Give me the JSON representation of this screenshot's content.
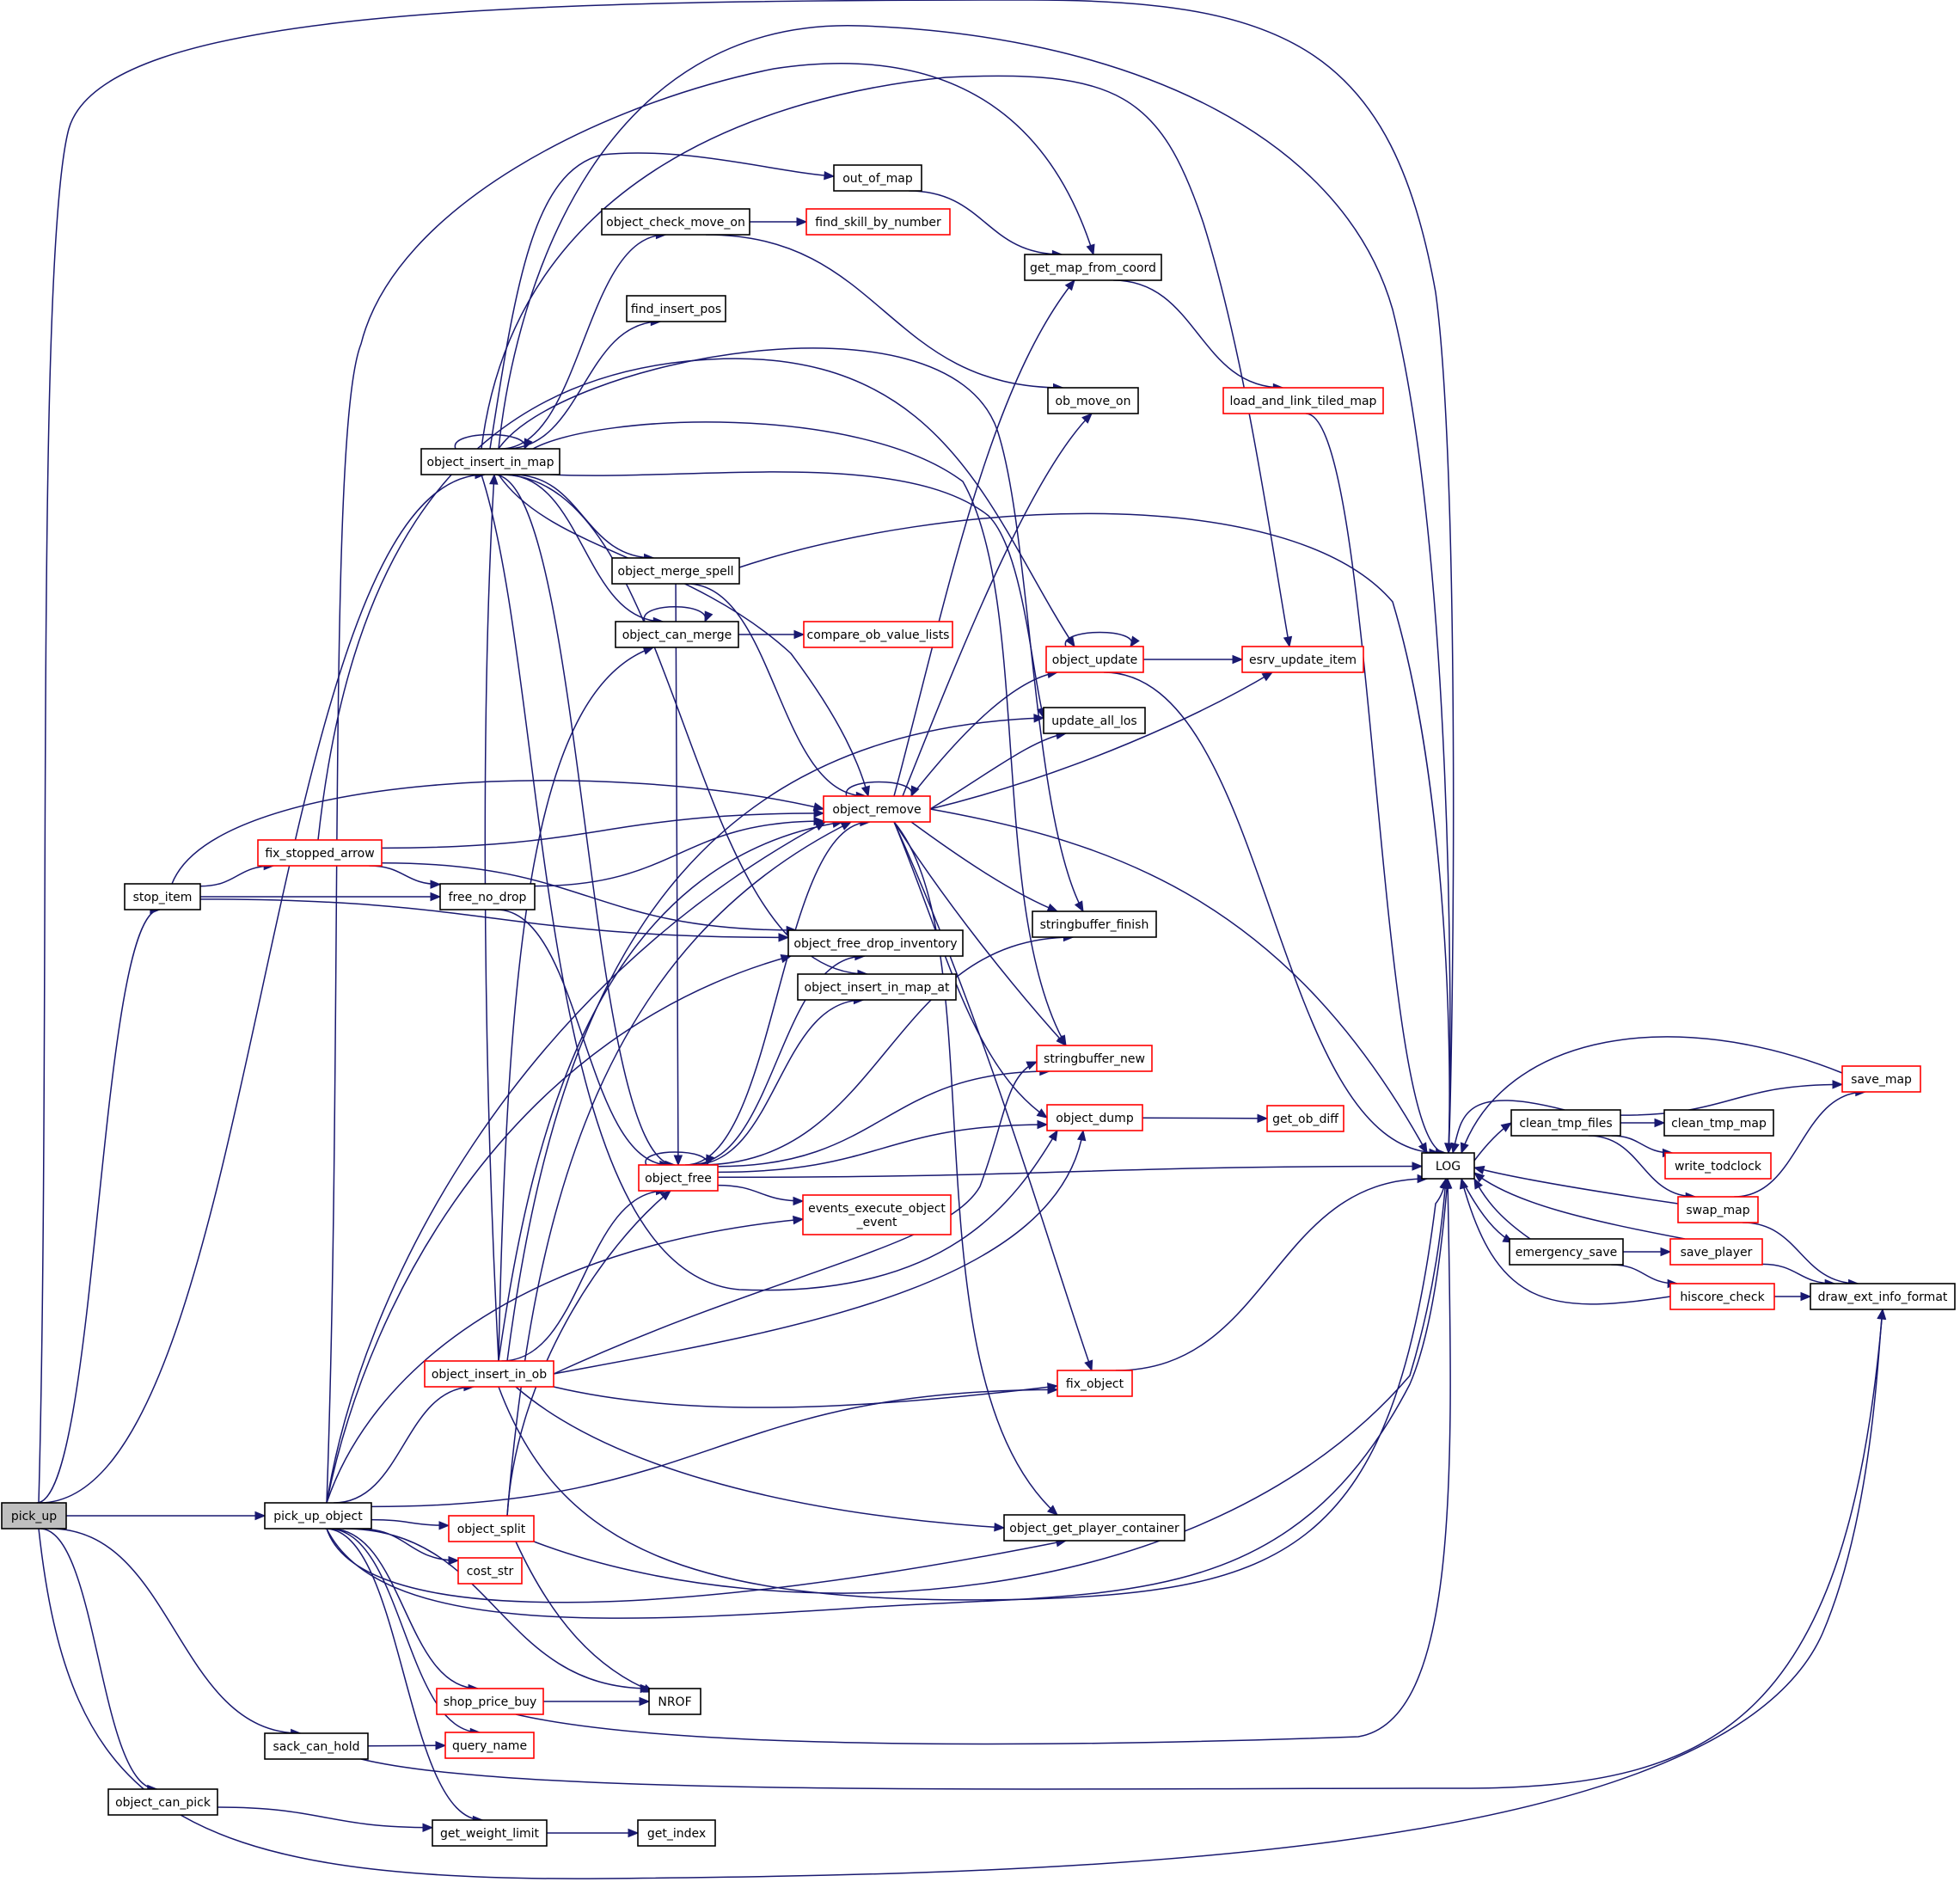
{
  "colors": {
    "edge": "#191970",
    "node_border_normal": "#000000",
    "node_border_truncated": "#ff0000",
    "node_fill": "#ffffff",
    "root_fill": "#bfbfbf"
  },
  "nodes": [
    {
      "id": "pick_up",
      "lines": [
        "pick_up"
      ],
      "style": "root"
    },
    {
      "id": "pick_up_object",
      "lines": [
        "pick_up_object"
      ],
      "style": "normal"
    },
    {
      "id": "sack_can_hold",
      "lines": [
        "sack_can_hold"
      ],
      "style": "normal"
    },
    {
      "id": "object_can_pick",
      "lines": [
        "object_can_pick"
      ],
      "style": "normal"
    },
    {
      "id": "stop_item",
      "lines": [
        "stop_item"
      ],
      "style": "normal"
    },
    {
      "id": "fix_stopped_arrow",
      "lines": [
        "fix_stopped_arrow"
      ],
      "style": "truncated"
    },
    {
      "id": "free_no_drop",
      "lines": [
        "free_no_drop"
      ],
      "style": "normal"
    },
    {
      "id": "object_insert_in_map",
      "lines": [
        "object_insert_in_map"
      ],
      "style": "normal"
    },
    {
      "id": "object_insert_in_ob",
      "lines": [
        "object_insert_in_ob"
      ],
      "style": "truncated"
    },
    {
      "id": "object_split",
      "lines": [
        "object_split"
      ],
      "style": "truncated"
    },
    {
      "id": "cost_str",
      "lines": [
        "cost_str"
      ],
      "style": "truncated"
    },
    {
      "id": "shop_price_buy",
      "lines": [
        "shop_price_buy"
      ],
      "style": "truncated"
    },
    {
      "id": "query_name",
      "lines": [
        "query_name"
      ],
      "style": "truncated"
    },
    {
      "id": "get_weight_limit",
      "lines": [
        "get_weight_limit"
      ],
      "style": "normal"
    },
    {
      "id": "get_index",
      "lines": [
        "get_index"
      ],
      "style": "normal"
    },
    {
      "id": "NROF",
      "lines": [
        "NROF"
      ],
      "style": "normal"
    },
    {
      "id": "object_check_move_on",
      "lines": [
        "object_check_move_on"
      ],
      "style": "normal"
    },
    {
      "id": "find_insert_pos",
      "lines": [
        "find_insert_pos"
      ],
      "style": "normal"
    },
    {
      "id": "object_merge_spell",
      "lines": [
        "object_merge_spell"
      ],
      "style": "normal"
    },
    {
      "id": "object_can_merge",
      "lines": [
        "object_can_merge"
      ],
      "style": "normal"
    },
    {
      "id": "object_free",
      "lines": [
        "object_free"
      ],
      "style": "truncated"
    },
    {
      "id": "object_remove",
      "lines": [
        "object_remove"
      ],
      "style": "truncated"
    },
    {
      "id": "object_free_drop_inventory",
      "lines": [
        "object_free_drop_inventory"
      ],
      "style": "normal"
    },
    {
      "id": "object_insert_in_map_at",
      "lines": [
        "object_insert_in_map_at"
      ],
      "style": "normal"
    },
    {
      "id": "events_execute_object_event",
      "lines": [
        "events_execute_object",
        "_event"
      ],
      "style": "truncated"
    },
    {
      "id": "out_of_map",
      "lines": [
        "out_of_map"
      ],
      "style": "normal"
    },
    {
      "id": "find_skill_by_number",
      "lines": [
        "find_skill_by_number"
      ],
      "style": "truncated"
    },
    {
      "id": "compare_ob_value_lists",
      "lines": [
        "compare_ob_value_lists"
      ],
      "style": "truncated"
    },
    {
      "id": "get_map_from_coord",
      "lines": [
        "get_map_from_coord"
      ],
      "style": "normal"
    },
    {
      "id": "ob_move_on",
      "lines": [
        "ob_move_on"
      ],
      "style": "normal"
    },
    {
      "id": "object_update",
      "lines": [
        "object_update"
      ],
      "style": "truncated"
    },
    {
      "id": "update_all_los",
      "lines": [
        "update_all_los"
      ],
      "style": "normal"
    },
    {
      "id": "stringbuffer_finish",
      "lines": [
        "stringbuffer_finish"
      ],
      "style": "normal"
    },
    {
      "id": "stringbuffer_new",
      "lines": [
        "stringbuffer_new"
      ],
      "style": "truncated"
    },
    {
      "id": "object_dump",
      "lines": [
        "object_dump"
      ],
      "style": "truncated"
    },
    {
      "id": "fix_object",
      "lines": [
        "fix_object"
      ],
      "style": "truncated"
    },
    {
      "id": "object_get_player_container",
      "lines": [
        "object_get_player_container"
      ],
      "style": "normal"
    },
    {
      "id": "load_and_link_tiled_map",
      "lines": [
        "load_and_link_tiled_map"
      ],
      "style": "truncated"
    },
    {
      "id": "esrv_update_item",
      "lines": [
        "esrv_update_item"
      ],
      "style": "truncated"
    },
    {
      "id": "get_ob_diff",
      "lines": [
        "get_ob_diff"
      ],
      "style": "truncated"
    },
    {
      "id": "LOG",
      "lines": [
        "LOG"
      ],
      "style": "normal"
    },
    {
      "id": "clean_tmp_files",
      "lines": [
        "clean_tmp_files"
      ],
      "style": "normal"
    },
    {
      "id": "clean_tmp_map",
      "lines": [
        "clean_tmp_map"
      ],
      "style": "normal"
    },
    {
      "id": "write_todclock",
      "lines": [
        "write_todclock"
      ],
      "style": "truncated"
    },
    {
      "id": "save_map",
      "lines": [
        "save_map"
      ],
      "style": "truncated"
    },
    {
      "id": "swap_map",
      "lines": [
        "swap_map"
      ],
      "style": "truncated"
    },
    {
      "id": "emergency_save",
      "lines": [
        "emergency_save"
      ],
      "style": "normal"
    },
    {
      "id": "save_player",
      "lines": [
        "save_player"
      ],
      "style": "truncated"
    },
    {
      "id": "hiscore_check",
      "lines": [
        "hiscore_check"
      ],
      "style": "truncated"
    },
    {
      "id": "draw_ext_info_format",
      "lines": [
        "draw_ext_info_format"
      ],
      "style": "normal"
    }
  ],
  "edges": [
    [
      "pick_up",
      "pick_up_object"
    ],
    [
      "pick_up",
      "LOG"
    ],
    [
      "pick_up",
      "object_insert_in_map"
    ],
    [
      "pick_up",
      "stop_item"
    ],
    [
      "pick_up",
      "sack_can_hold"
    ],
    [
      "pick_up",
      "object_can_pick"
    ],
    [
      "pick_up",
      "draw_ext_info_format"
    ],
    [
      "pick_up_object",
      "object_insert_in_ob"
    ],
    [
      "pick_up_object",
      "object_split"
    ],
    [
      "pick_up_object",
      "cost_str"
    ],
    [
      "pick_up_object",
      "shop_price_buy"
    ],
    [
      "pick_up_object",
      "query_name"
    ],
    [
      "pick_up_object",
      "get_weight_limit"
    ],
    [
      "pick_up_object",
      "NROF"
    ],
    [
      "pick_up_object",
      "fix_object"
    ],
    [
      "pick_up_object",
      "object_get_player_container"
    ],
    [
      "pick_up_object",
      "object_remove"
    ],
    [
      "pick_up_object",
      "object_free_drop_inventory"
    ],
    [
      "pick_up_object",
      "events_execute_object_event"
    ],
    [
      "pick_up_object",
      "get_map_from_coord"
    ],
    [
      "pick_up_object",
      "LOG"
    ],
    [
      "sack_can_hold",
      "query_name"
    ],
    [
      "sack_can_hold",
      "draw_ext_info_format"
    ],
    [
      "object_can_pick",
      "get_weight_limit"
    ],
    [
      "get_weight_limit",
      "get_index"
    ],
    [
      "stop_item",
      "fix_stopped_arrow"
    ],
    [
      "stop_item",
      "free_no_drop"
    ],
    [
      "stop_item",
      "object_remove"
    ],
    [
      "stop_item",
      "object_free_drop_inventory"
    ],
    [
      "fix_stopped_arrow",
      "free_no_drop"
    ],
    [
      "fix_stopped_arrow",
      "object_remove"
    ],
    [
      "fix_stopped_arrow",
      "object_free_drop_inventory"
    ],
    [
      "fix_stopped_arrow",
      "object_update"
    ],
    [
      "free_no_drop",
      "object_remove"
    ],
    [
      "free_no_drop",
      "object_free"
    ],
    [
      "object_insert_in_map",
      "object_insert_in_map"
    ],
    [
      "object_insert_in_map",
      "out_of_map"
    ],
    [
      "object_insert_in_map",
      "object_check_move_on"
    ],
    [
      "object_insert_in_map",
      "find_insert_pos"
    ],
    [
      "object_insert_in_map",
      "object_merge_spell"
    ],
    [
      "object_insert_in_map",
      "object_can_merge"
    ],
    [
      "object_insert_in_map",
      "object_free"
    ],
    [
      "object_insert_in_map",
      "object_insert_in_map_at"
    ],
    [
      "object_insert_in_map",
      "update_all_los"
    ],
    [
      "object_insert_in_map",
      "stringbuffer_finish"
    ],
    [
      "object_insert_in_map",
      "object_remove"
    ],
    [
      "object_insert_in_map",
      "stringbuffer_new"
    ],
    [
      "object_insert_in_map",
      "LOG"
    ],
    [
      "object_insert_in_map",
      "esrv_update_item"
    ],
    [
      "object_insert_in_map",
      "object_dump"
    ],
    [
      "object_check_move_on",
      "find_skill_by_number"
    ],
    [
      "object_check_move_on",
      "ob_move_on"
    ],
    [
      "out_of_map",
      "get_map_from_coord"
    ],
    [
      "object_merge_spell",
      "object_remove"
    ],
    [
      "object_merge_spell",
      "object_free"
    ],
    [
      "object_merge_spell",
      "LOG"
    ],
    [
      "object_can_merge",
      "object_can_merge"
    ],
    [
      "object_can_merge",
      "compare_ob_value_lists"
    ],
    [
      "object_free",
      "object_free"
    ],
    [
      "object_free",
      "object_remove"
    ],
    [
      "object_free",
      "object_free_drop_inventory"
    ],
    [
      "object_free",
      "object_insert_in_map_at"
    ],
    [
      "object_free",
      "events_execute_object_event"
    ],
    [
      "object_free",
      "stringbuffer_finish"
    ],
    [
      "object_free",
      "stringbuffer_new"
    ],
    [
      "object_free",
      "object_dump"
    ],
    [
      "object_free",
      "LOG"
    ],
    [
      "object_remove",
      "object_remove"
    ],
    [
      "object_remove",
      "get_map_from_coord"
    ],
    [
      "object_remove",
      "ob_move_on"
    ],
    [
      "object_remove",
      "object_update"
    ],
    [
      "object_remove",
      "update_all_los"
    ],
    [
      "object_remove",
      "esrv_update_item"
    ],
    [
      "object_remove",
      "stringbuffer_finish"
    ],
    [
      "object_remove",
      "stringbuffer_new"
    ],
    [
      "object_remove",
      "object_dump"
    ],
    [
      "object_remove",
      "fix_object"
    ],
    [
      "object_remove",
      "object_get_player_container"
    ],
    [
      "object_remove",
      "LOG"
    ],
    [
      "object_insert_in_ob",
      "object_insert_in_map"
    ],
    [
      "object_insert_in_ob",
      "object_can_merge"
    ],
    [
      "object_insert_in_ob",
      "object_remove"
    ],
    [
      "object_insert_in_ob",
      "object_free"
    ],
    [
      "object_insert_in_ob",
      "update_all_los"
    ],
    [
      "object_insert_in_ob",
      "stringbuffer_new"
    ],
    [
      "object_insert_in_ob",
      "object_dump"
    ],
    [
      "object_insert_in_ob",
      "fix_object"
    ],
    [
      "object_insert_in_ob",
      "object_get_player_container"
    ],
    [
      "object_insert_in_ob",
      "LOG"
    ],
    [
      "object_split",
      "object_remove"
    ],
    [
      "object_split",
      "object_free"
    ],
    [
      "object_split",
      "NROF"
    ],
    [
      "object_split",
      "LOG"
    ],
    [
      "shop_price_buy",
      "NROF"
    ],
    [
      "shop_price_buy",
      "LOG"
    ],
    [
      "get_map_from_coord",
      "load_and_link_tiled_map"
    ],
    [
      "load_and_link_tiled_map",
      "LOG"
    ],
    [
      "object_update",
      "object_update"
    ],
    [
      "object_update",
      "esrv_update_item"
    ],
    [
      "object_update",
      "LOG"
    ],
    [
      "object_dump",
      "get_ob_diff"
    ],
    [
      "fix_object",
      "LOG"
    ],
    [
      "LOG",
      "clean_tmp_files"
    ],
    [
      "LOG",
      "emergency_save"
    ],
    [
      "clean_tmp_files",
      "clean_tmp_map"
    ],
    [
      "clean_tmp_files",
      "write_todclock"
    ],
    [
      "clean_tmp_files",
      "save_map"
    ],
    [
      "clean_tmp_files",
      "swap_map"
    ],
    [
      "clean_tmp_files",
      "LOG"
    ],
    [
      "save_map",
      "LOG"
    ],
    [
      "swap_map",
      "save_map"
    ],
    [
      "swap_map",
      "LOG"
    ],
    [
      "swap_map",
      "draw_ext_info_format"
    ],
    [
      "emergency_save",
      "save_player"
    ],
    [
      "emergency_save",
      "hiscore_check"
    ],
    [
      "emergency_save",
      "LOG"
    ],
    [
      "save_player",
      "LOG"
    ],
    [
      "save_player",
      "draw_ext_info_format"
    ],
    [
      "hiscore_check",
      "LOG"
    ],
    [
      "hiscore_check",
      "draw_ext_info_format"
    ]
  ]
}
